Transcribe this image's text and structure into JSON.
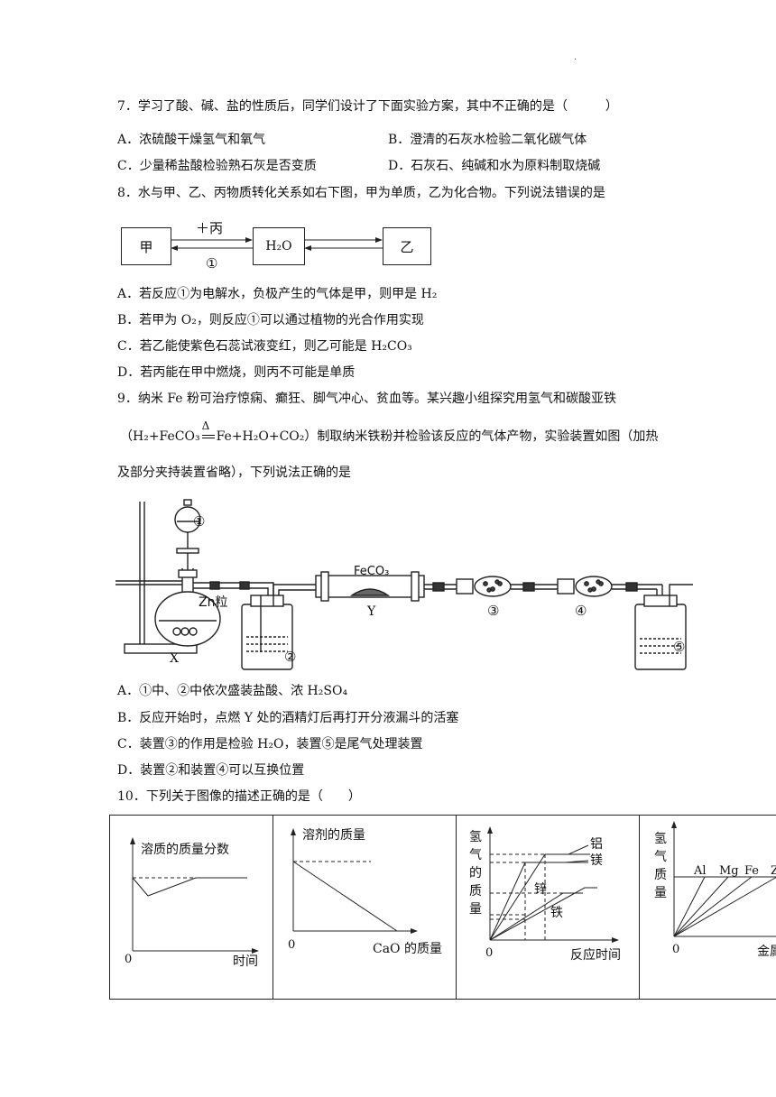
{
  "header_dot": ".",
  "q7": {
    "stem": "7．学习了酸、碱、盐的性质后，同学们设计了下面实验方案，其中不正确的是（　　　）",
    "A": "A．浓硫酸干燥氢气和氧气",
    "B": "B．澄清的石灰水检验二氧化碳气体",
    "C": "C．少量稀盐酸检验熟石灰是否变质",
    "D": "D．石灰石、纯碱和水为原料制取烧碱"
  },
  "q8": {
    "stem": "8．水与甲、乙、丙物质转化关系如右下图，甲为单质，乙为化合物。下列说法错误的是",
    "diagram": {
      "left": "甲",
      "middle": "H₂O",
      "right": "乙",
      "top_label": "＋丙",
      "bottom_label": "①"
    },
    "A": "A．若反应①为电解水，负极产生的气体是甲，则甲是 H₂",
    "B": "B．若甲为 O₂，则反应①可以通过植物的光合作用实现",
    "C": "C．若乙能使紫色石蕊试液变红，则乙可能是 H₂CO₃",
    "D": "D．若丙能在甲中燃烧，则丙不可能是单质"
  },
  "q9": {
    "stem1": "9．纳米 Fe 粉可治疗惊痫、癫狂、脚气冲心、贫血等。某兴趣小组探究用氢气和碳酸亚铁",
    "eq_left": "（H₂+FeCO₃",
    "eq_delta": "Δ",
    "eq_right": "Fe+H₂O+CO₂）制取纳米铁粉并检验该反应的气体产物，实验装置如图（加热",
    "stem3": "及部分夹持装置省略），下列说法正确的是",
    "apparatus": {
      "label1": "①",
      "zn": "Zn粒",
      "x": "X",
      "label2": "②",
      "feco3": "FeCO₃",
      "y": "Y",
      "label3": "③",
      "label4": "④",
      "label5": "⑤"
    },
    "A": "A．①中、②中依次盛装盐酸、浓 H₂SO₄",
    "B": "B．反应开始时，点燃 Y 处的酒精灯后再打开分液漏斗的活塞",
    "C": "C．装置③的作用是检验 H₂O，装置⑤是尾气处理装置",
    "D": "D．装置②和装置④可以互换位置"
  },
  "q10": {
    "stem": "10．下列关于图像的描述正确的是（　　）",
    "graph1": {
      "ylabel": "溶质的质量分数",
      "origin": "0",
      "xlabel": "时间"
    },
    "graph2": {
      "ylabel": "溶剂的质量",
      "origin": "0",
      "xlabel": "CaO 的质量"
    },
    "graph3": {
      "ylabel": [
        "氢",
        "气",
        "的",
        "质",
        "量"
      ],
      "origin": "0",
      "xlabel": "反应时间",
      "series": [
        "铝",
        "镁",
        "锌",
        "铁"
      ]
    },
    "graph4": {
      "ylabel": [
        "氢",
        "气",
        "质",
        "量"
      ],
      "origin": "0",
      "xlabel": "金属",
      "series": [
        "Al",
        "Mg",
        "Fe",
        "Z"
      ]
    }
  }
}
